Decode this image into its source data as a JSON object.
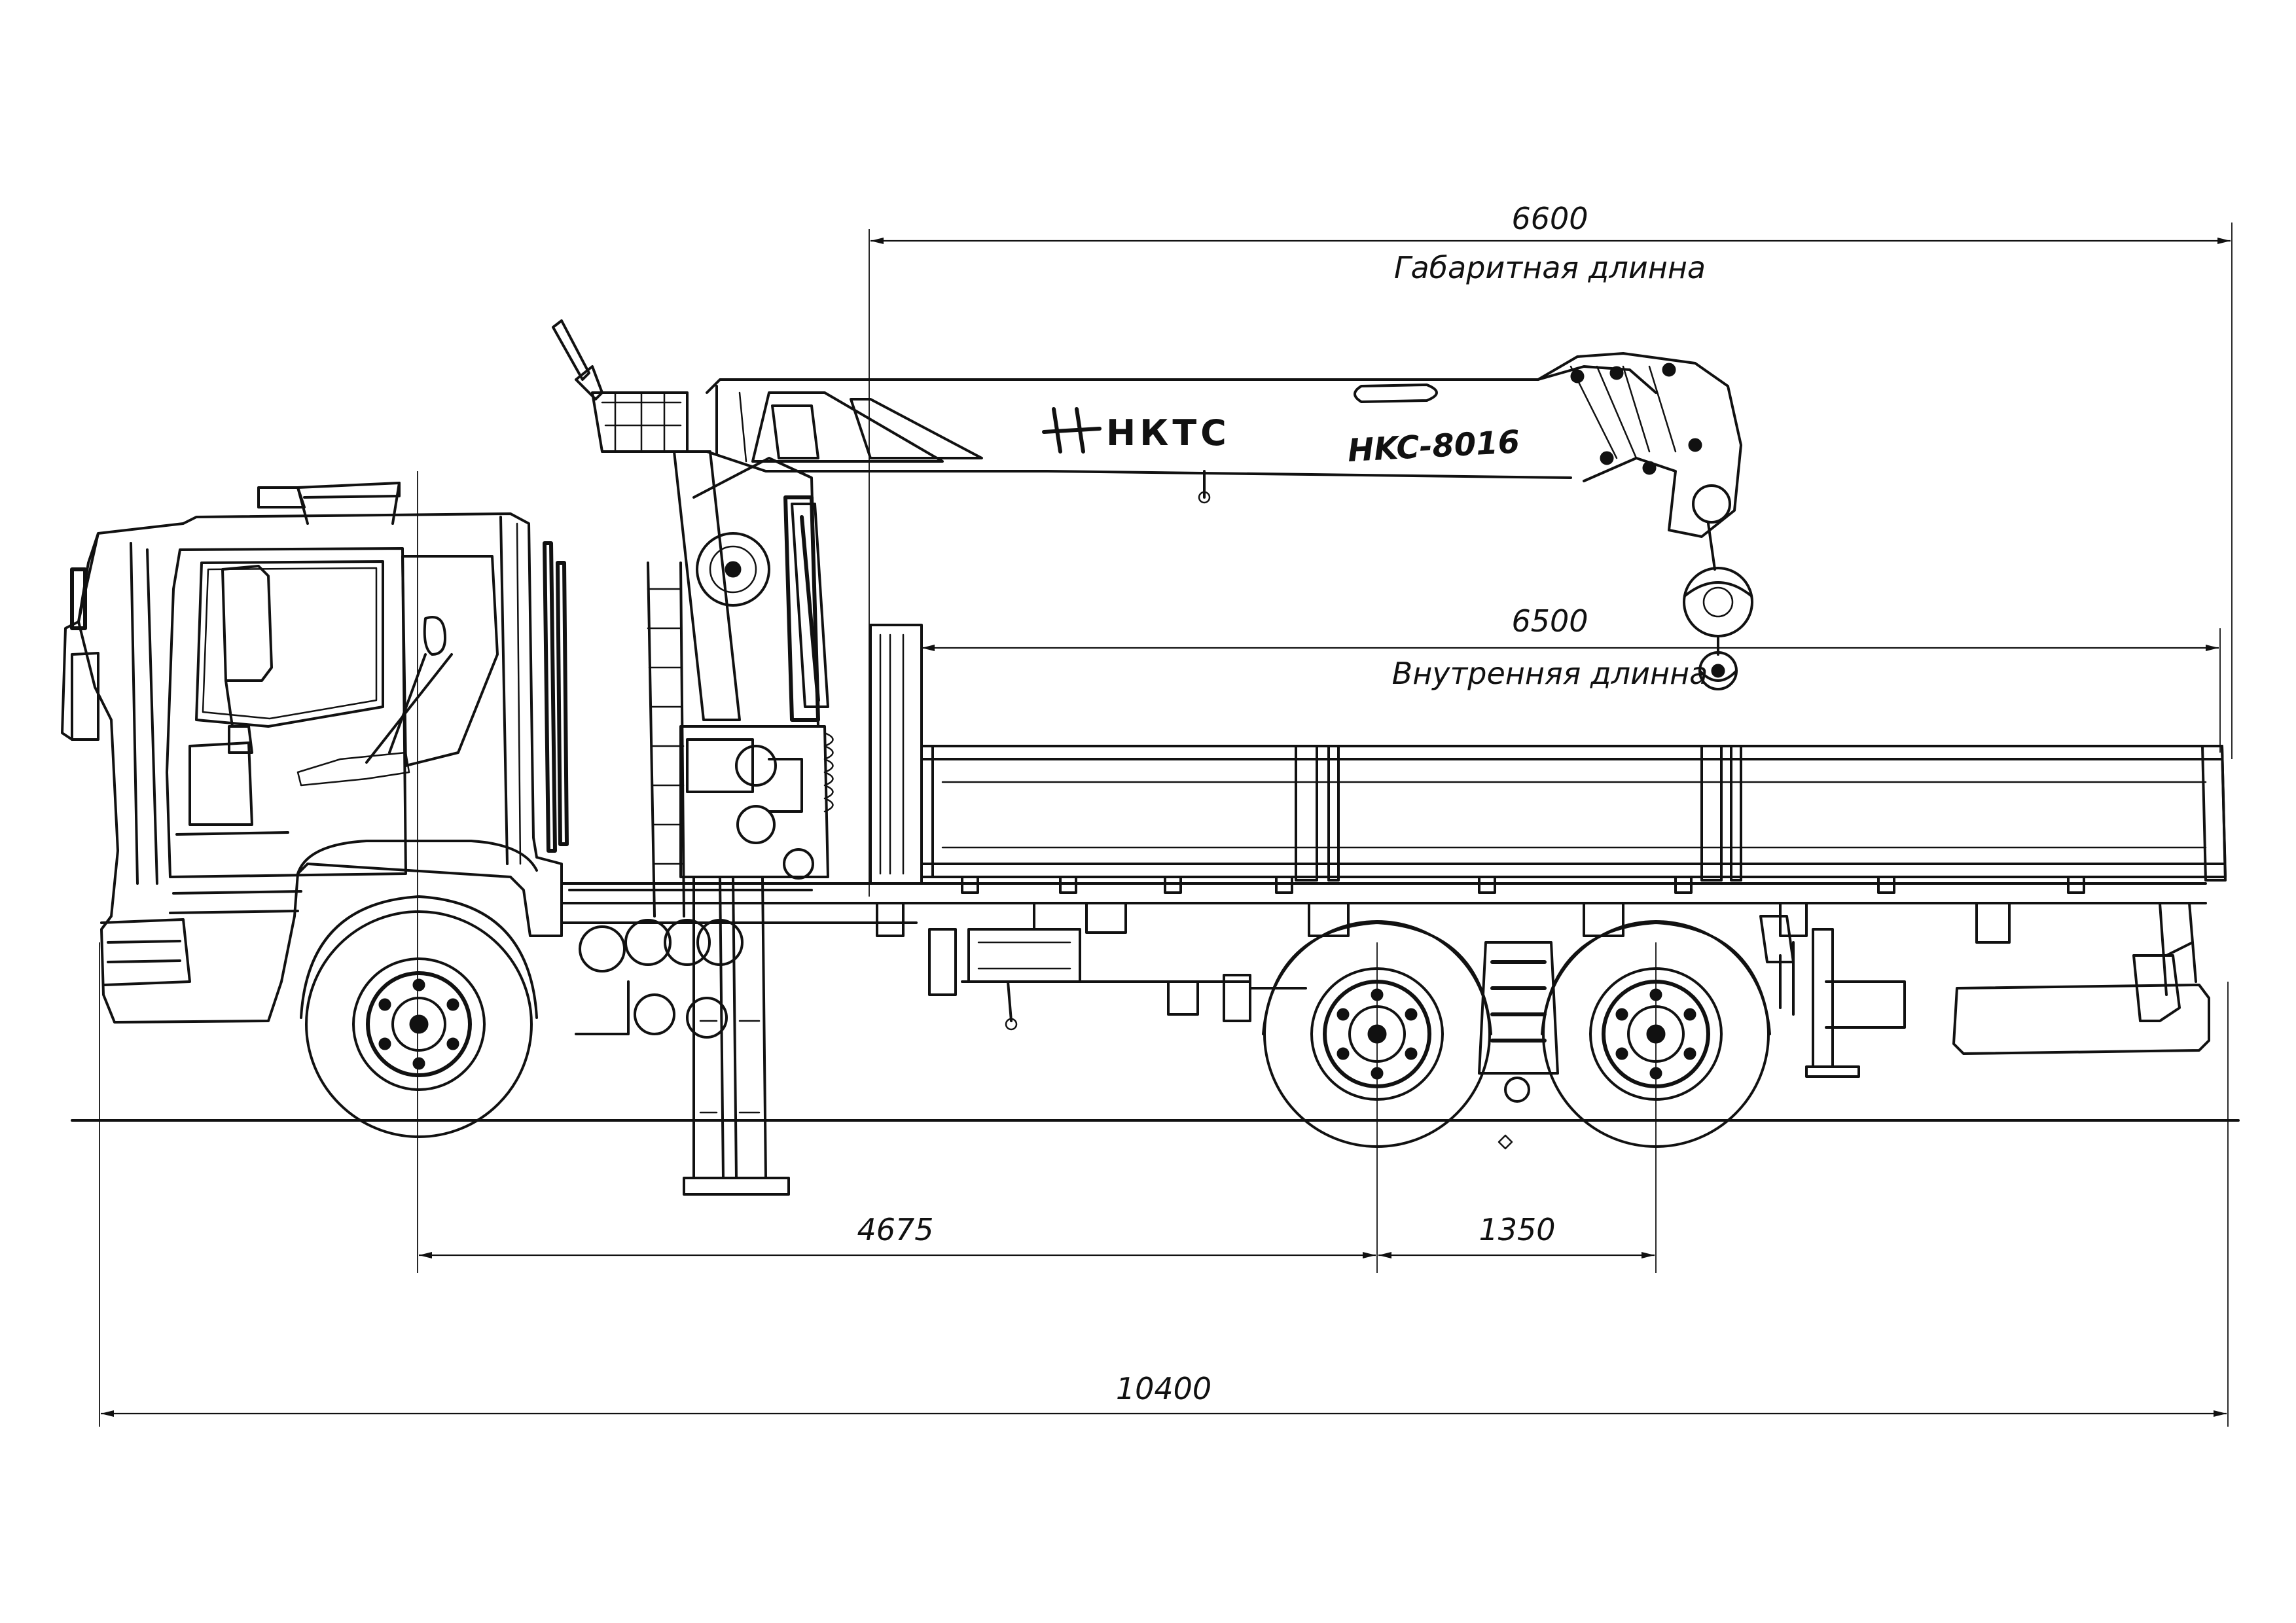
{
  "dimensions": {
    "overall_length": "10400",
    "body_outer_length": "6600",
    "body_outer_label": "Габаритная длинна",
    "body_inner_length": "6500",
    "body_inner_label": "Внутренняя длинна",
    "wheelbase": "4675",
    "rear_axle_spacing": "1350"
  },
  "crane": {
    "brand_logo": "НКТС",
    "model_label": "HKC-8016"
  },
  "icons": {
    "logo": "nktc-logo-icon"
  },
  "colors": {
    "line": "#111111",
    "background": "#ffffff"
  }
}
